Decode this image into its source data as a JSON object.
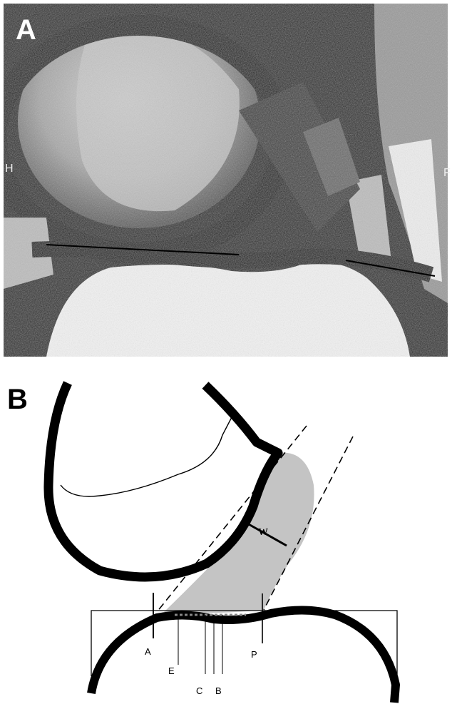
{
  "panel_a": {
    "label": "A",
    "left_mark": "H",
    "right_mark": "F"
  },
  "panel_b": {
    "label": "B",
    "width_label": "W",
    "markers": {
      "a": "A",
      "e": "E",
      "c": "C",
      "b": "B",
      "p": "P"
    }
  },
  "colors": {
    "background": "#ffffff",
    "ink": "#000000",
    "shade": "#c4c4c4"
  }
}
